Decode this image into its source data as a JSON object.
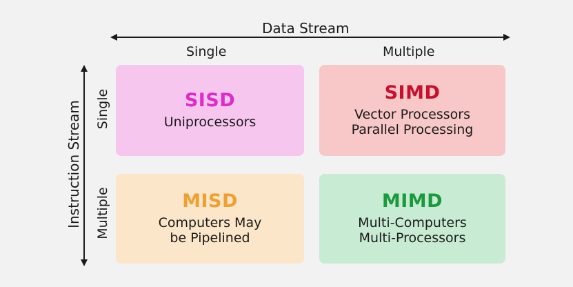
{
  "axes": {
    "horizontal_title": "Data Stream",
    "vertical_title": "Instruction Stream",
    "columns": [
      "Single",
      "Multiple"
    ],
    "rows": [
      "Single",
      "Multiple"
    ]
  },
  "cells": {
    "sisd": {
      "code": "SISD",
      "lines": [
        "Uniprocessors"
      ],
      "bg": "#f6c6ee",
      "accent": "#e02bc7"
    },
    "simd": {
      "code": "SIMD",
      "lines": [
        "Vector Processors",
        "Parallel Processing"
      ],
      "bg": "#f8c7c7",
      "accent": "#c8102e"
    },
    "misd": {
      "code": "MISD",
      "lines": [
        "Computers May",
        "be Pipelined"
      ],
      "bg": "#fbe6c9",
      "accent": "#f0a030"
    },
    "mimd": {
      "code": "MIMD",
      "lines": [
        "Multi-Computers",
        "Multi-Processors"
      ],
      "bg": "#c8ebd3",
      "accent": "#1a9a3c"
    }
  },
  "colors": {
    "background": "#f2f2f2",
    "text": "#1a1a1a",
    "arrow": "#1a1a1a"
  }
}
